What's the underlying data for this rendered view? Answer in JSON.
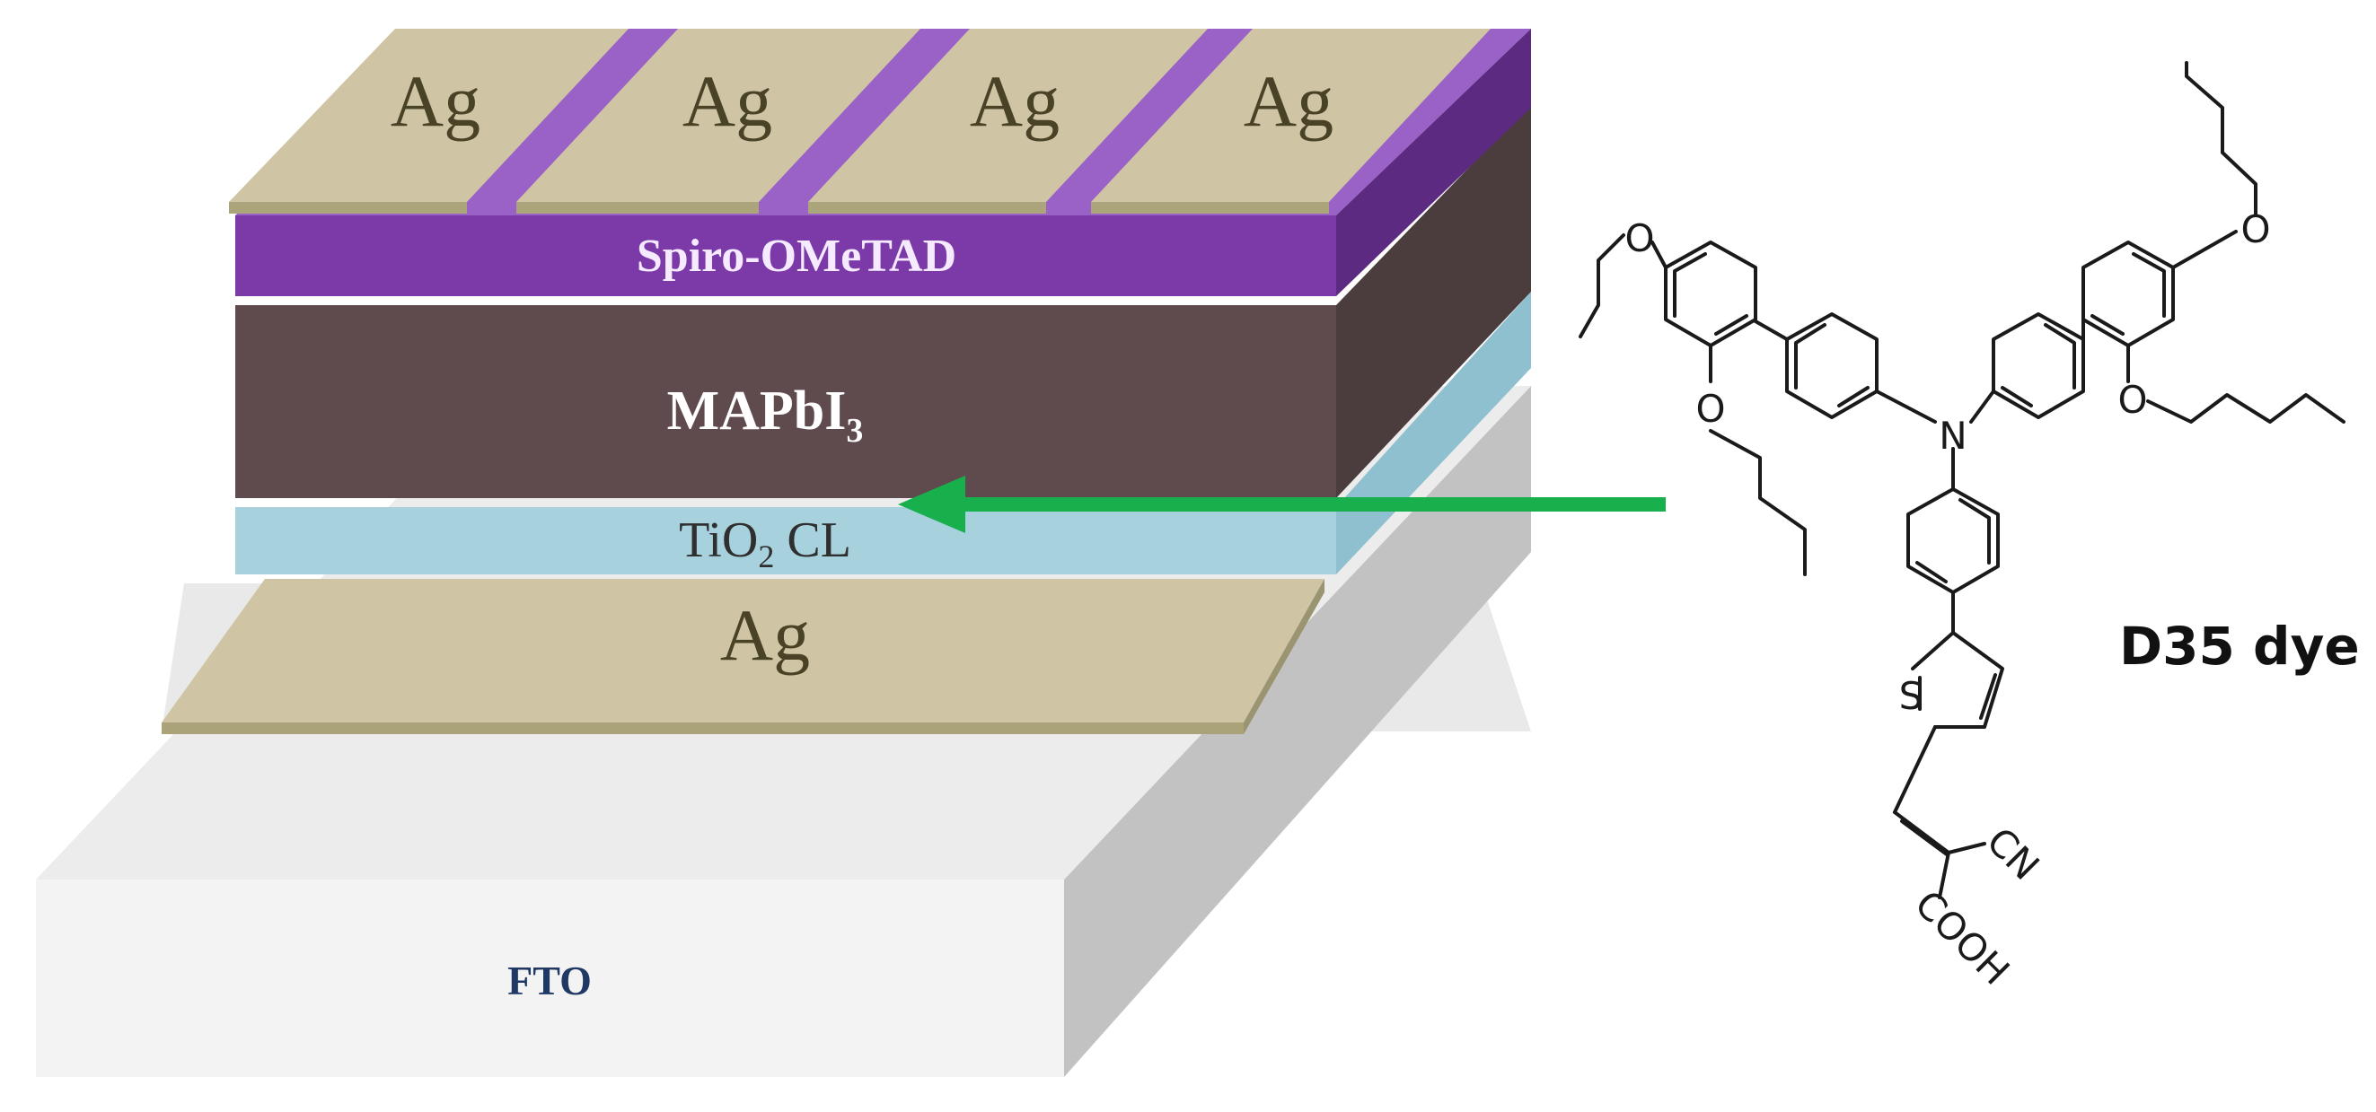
{
  "device": {
    "top_electrodes": [
      "Ag",
      "Ag",
      "Ag",
      "Ag"
    ],
    "htl_label": "Spiro-OMeTAD",
    "absorber": {
      "base": "MAPbI",
      "subscript": "3"
    },
    "etl": {
      "base": "TiO",
      "subscript": "2",
      "suffix": " CL"
    },
    "bottom_electrode": "Ag",
    "substrate": "FTO"
  },
  "dye": {
    "name": "D35 dye",
    "atoms": {
      "N": "N",
      "S": "S",
      "O": "O",
      "CN": "CN",
      "COOH": "COOH"
    }
  },
  "colors": {
    "ag": "#cfc5a5",
    "ag_edge": "#aca47b",
    "spiro": "#7b3aa8",
    "spiro_top": "#9a62c7",
    "perovskite": "#5d4a4c",
    "perovskite_side": "#4b3c3e",
    "tio2": "#a7d1dd",
    "fto_top": "#ebebeb",
    "fto_front": "#f3f3f3",
    "fto_side": "#c4c4c4",
    "arrow": "#17b04c",
    "label_dark": "#4a4226",
    "fto_label": "#1f3864"
  }
}
